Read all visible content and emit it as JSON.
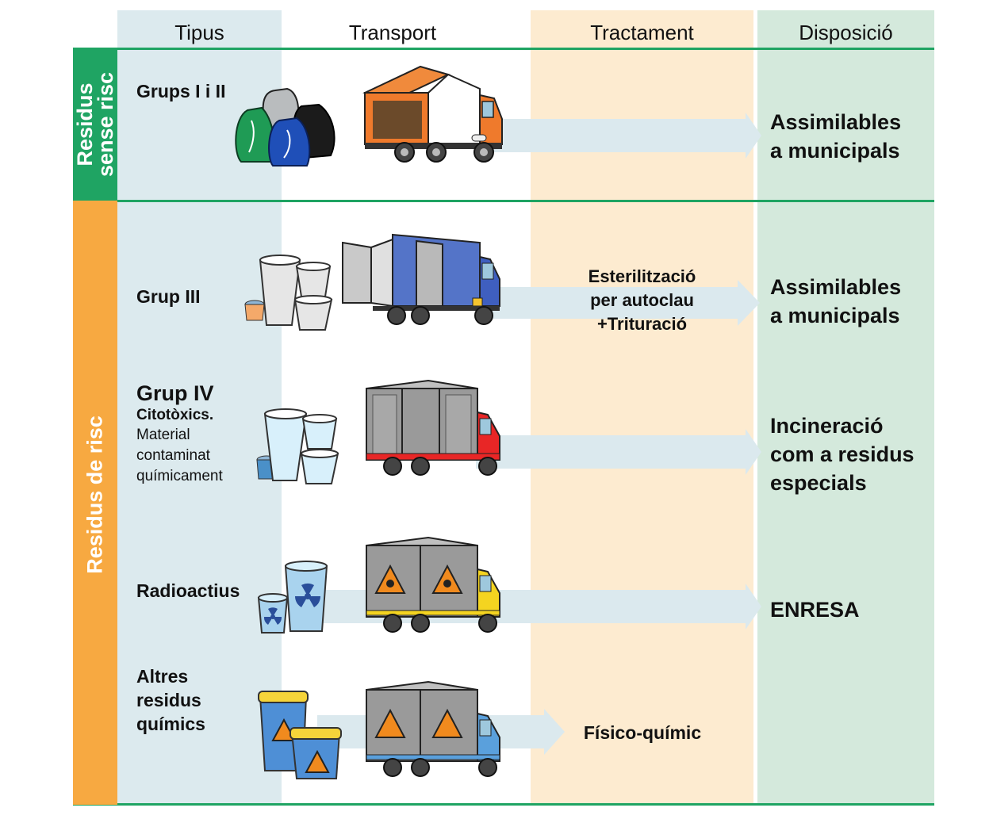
{
  "headers": {
    "tipus": "Tipus",
    "transport": "Transport",
    "tractament": "Tractament",
    "disposicio": "Disposició"
  },
  "bands": {
    "sense_risc_line1": "Residus",
    "sense_risc_line2": "sense risc",
    "risc": "Residus de risc"
  },
  "rows": {
    "g12": {
      "label": "Grups I i II",
      "disp_line1": "Assimilables",
      "disp_line2": "a municipals"
    },
    "g3": {
      "label": "Grup III",
      "treat_line1": "Esterilització",
      "treat_line2": "per autoclau",
      "treat_line3": "+Trituració",
      "disp_line1": "Assimilables",
      "disp_line2": "a municipals"
    },
    "g4": {
      "label": "Grup IV",
      "sub1": "Citotòxics.",
      "sub2": "Material",
      "sub3": "contaminat",
      "sub4": "químicament",
      "disp_line1": "Incineració",
      "disp_line2": "com a residus",
      "disp_line3": "especials"
    },
    "rad": {
      "label": "Radioactius",
      "disp_line1": "ENRESA"
    },
    "alt": {
      "label_line1": "Altres",
      "label_line2": "residus",
      "label_line3": "químics",
      "treat_line1": "Físico-químic"
    }
  },
  "colors": {
    "green": "#1fa463",
    "orange": "#f7a941",
    "col_tipus": "#dceaee",
    "col_tractament": "#fdebd0",
    "col_disposicio": "#d4e9dc",
    "arrow": "#dbe9ee"
  }
}
